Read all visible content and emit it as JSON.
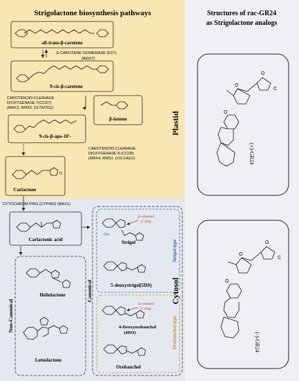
{
  "title": "Strigolactone biosynthesis pathways",
  "plastid_label": "Plastid",
  "cytosol_label": "Cytosol",
  "right_title_line1": "Structures of rac-GR24",
  "right_title_line2": "as Strigolactone analogs",
  "molecules": {
    "all_trans_beta_carotene": "all-trans-β-carotene",
    "nine_cis_beta_carotene": "9-cis-β-carotene",
    "beta_ionone": "β-ionone",
    "nine_cis_beta_apo_10": "9-cis-β-apo-10'-",
    "carlactone": "Carlactone",
    "carlactonic_acid": "Carlactonic acid",
    "strigol": "Strigol",
    "five_deoxystrigol": "5-deoxystrigol(5DS)",
    "four_deoxyorobanchol_1": "4-Deoxyorobanchol",
    "four_deoxyorobanchol_2": "(4DO)",
    "orobanchol": "Orobanchol",
    "heliolactone": "Heliolactone",
    "lotuslactone": "Lotuslactone",
    "gr24_plus": "(+)-GR24",
    "gr24_minus": "(-)-GR24"
  },
  "enzymes": {
    "d27_line1": "β-CAROTENE ISOMERASE (D27)",
    "d27_line2": "(AtD27)",
    "ccd7_line1": "CAROTENOID-CLEAVAGE",
    "ccd7_line2": "DIOXYGENASE 7(CCD7)",
    "ccd7_line3": "(MAX3, RMS5, D17/HTD1)",
    "ccd8_line1": "CAROTENOID-CLEAVAGE",
    "ccd8_line2": "DIOXYGENASE 8 (CCD8)",
    "ccd8_line3": "(MAX4, RMS1, D10,DAD1)",
    "cyp450": "CYTOCHROM P450 (CYP450) (MAX1)"
  },
  "categories": {
    "canonical": "Canonical",
    "non_canonical": "Non-Canonical",
    "strigol_type": "Strigol-type",
    "orobanchol_type": "Orobanchol-type"
  },
  "annotations": {
    "beta_1": "β-oriented",
    "beta_2": "C-ring",
    "alpha_1": "α-oriented",
    "alpha_2": "C-ring",
    "oh": "OH"
  },
  "atoms": {
    "o": "O",
    "c": "C"
  },
  "colors": {
    "plastid_bg": "#f9e7b3",
    "cytosol_bg": "#e4e8ef",
    "right_bg": "#eef0f4",
    "strigol_blue": "#3f5ea8",
    "orobanchol_orange": "#c8922e",
    "beta_red": "#b13a2f"
  }
}
